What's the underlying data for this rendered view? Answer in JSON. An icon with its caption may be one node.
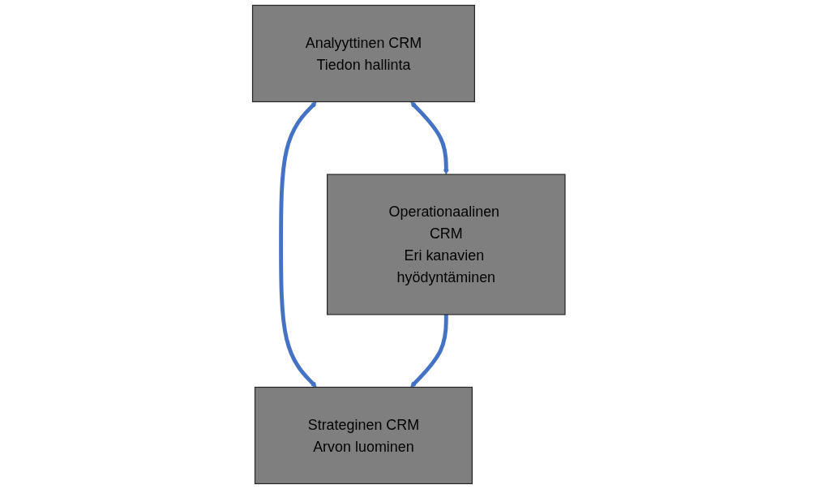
{
  "diagram": {
    "nodes": [
      {
        "text": [
          "Analyyttinen CRM",
          "Tiedon hallinta"
        ]
      },
      {
        "text": [
          "Strateginen CRM",
          "Arvon luominen"
        ]
      },
      {
        "text": [
          "Operationaalinen CRM",
          "Eri kanavien hyödyntäminen"
        ]
      }
    ],
    "edges": [
      {
        "from": 0,
        "to": 1,
        "arrow": "both"
      },
      {
        "from": 0,
        "to": 2,
        "arrow": "both"
      },
      {
        "from": 2,
        "to": 1,
        "arrow": "to"
      }
    ]
  }
}
